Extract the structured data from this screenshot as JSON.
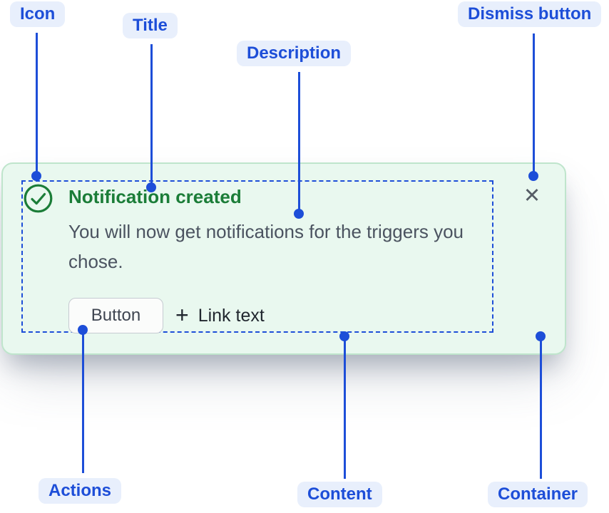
{
  "colors": {
    "accent_blue": "#1D4ED8",
    "label_bg": "#E8EFFC",
    "success_green": "#1B7D38",
    "card_bg": "#E9F8EF",
    "card_border": "#BFE5CC",
    "text_subtle": "#4B5360",
    "dismiss_gray": "#565D66"
  },
  "annotations": {
    "icon": {
      "label": "Icon"
    },
    "title": {
      "label": "Title"
    },
    "description": {
      "label": "Description"
    },
    "dismiss": {
      "label": "Dismiss button"
    },
    "actions": {
      "label": "Actions"
    },
    "content": {
      "label": "Content"
    },
    "container": {
      "label": "Container"
    }
  },
  "flag": {
    "icon_name": "success-check-circle",
    "title": "Notification created",
    "description": "You will now get notifications for the triggers you chose.",
    "actions": {
      "button_label": "Button",
      "plus_glyph": "+",
      "link_label": "Link text"
    },
    "dismiss_glyph": "✕"
  }
}
